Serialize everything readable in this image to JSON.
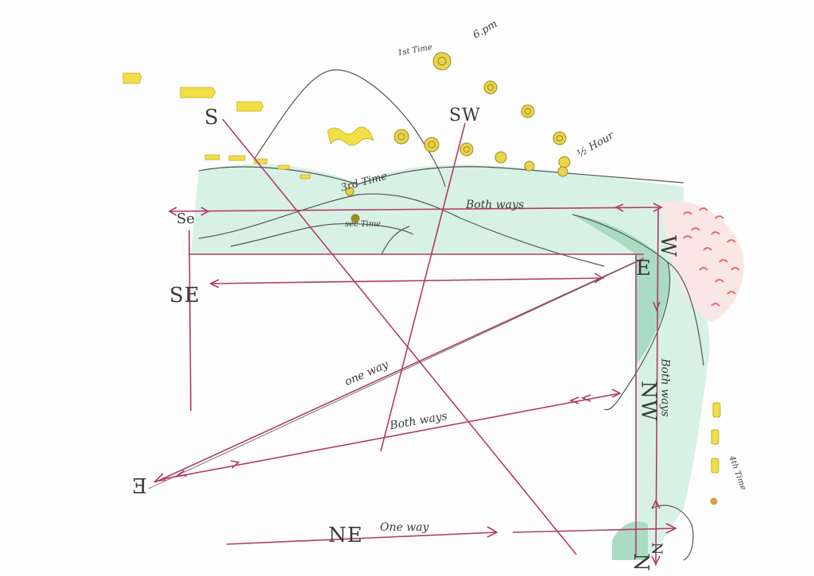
{
  "colors": {
    "water": "#cfeee0",
    "land_green": "#9ed9bc",
    "sun": "#e3c83a",
    "arrow": "#b0306a",
    "pencil": "#555555",
    "coral": "#e87a7a"
  },
  "directions": {
    "s": "S",
    "sw": "SW",
    "se_top": "Se",
    "se_mid": "SE",
    "e_left": "E",
    "w_right": "W",
    "e_right": "E",
    "nw": "NW",
    "ne": "NE",
    "n": "N",
    "n_bottom": "N"
  },
  "annotations": {
    "first_time": "1st Time",
    "six_pm": "6.pm",
    "half_hour": "½ Hour",
    "third_time": "3rd Time",
    "sec_time": "sec Time",
    "fourth_time": "4th Time",
    "both_ways_top": "Both ways",
    "both_ways_middle": "Both ways",
    "both_ways_right": "Both ways",
    "one_way_diag": "one way",
    "one_way_bottom": "One way"
  }
}
